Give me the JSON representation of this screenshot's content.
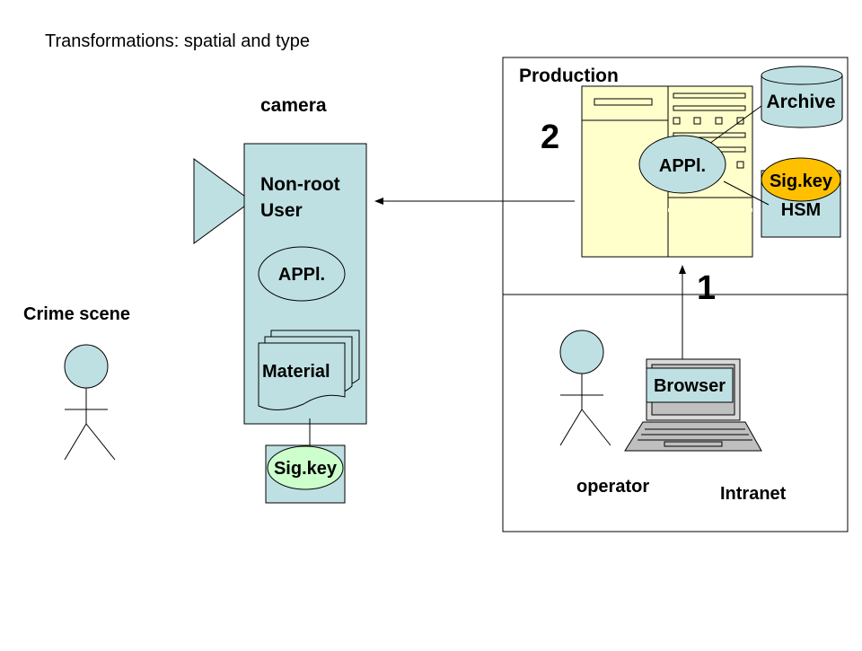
{
  "title": "Transformations: spatial and type",
  "labels": {
    "camera": "camera",
    "production": "Production",
    "crime_scene": "Crime scene",
    "operator": "operator",
    "intranet": "Intranet",
    "step_one": "1",
    "step_two": "2"
  },
  "camera_box": {
    "user_line1": "Non-root",
    "user_line2": "User",
    "appl": "APPl.",
    "material": "Material",
    "sig_key": "Sig.key"
  },
  "server": {
    "appl": "APPl.",
    "archive": "Archive",
    "sig_key": "Sig.key",
    "hsm": "HSM"
  },
  "laptop": {
    "browser": "Browser"
  },
  "colors": {
    "light_blue": "#bfe0e2",
    "server_yellow": "#ffffcc",
    "key_green": "#ccffcc",
    "key_orange": "#ffc000"
  }
}
